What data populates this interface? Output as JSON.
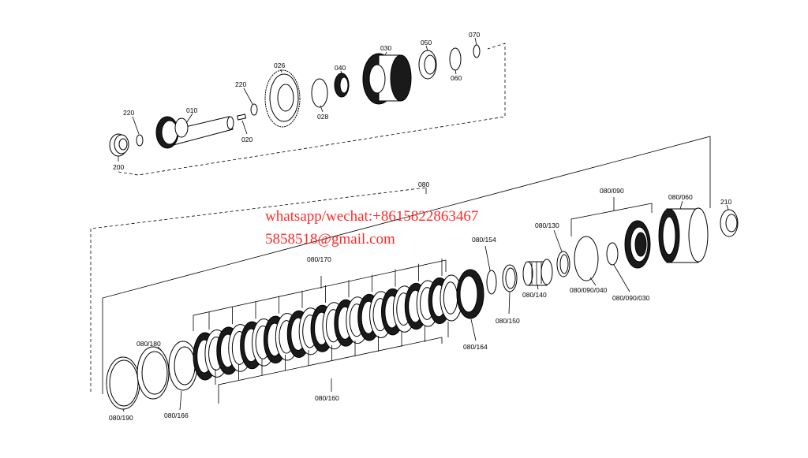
{
  "diagram": {
    "labels": {
      "p010": "010",
      "p020": "020",
      "p026": "026",
      "p028": "028",
      "p030": "030",
      "p040": "040",
      "p050": "050",
      "p060": "060",
      "p070": "070",
      "p200": "200",
      "p210": "210",
      "p220a": "220",
      "p220b": "220",
      "p080": "080",
      "p080_060": "080/060",
      "p080_090": "080/090",
      "p080_090_040": "080/090/040",
      "p080_090_030": "080/090/030",
      "p080_130": "080/130",
      "p080_140": "080/140",
      "p080_150": "080/150",
      "p080_154": "080/154",
      "p080_160": "080/160",
      "p080_164": "080/164",
      "p080_166": "080/166",
      "p080_170": "080/170",
      "p080_180": "080/180",
      "p080_190": "080/190"
    },
    "watermark": {
      "line1": "whatsapp/wechat:+8615822863467",
      "line2": "5858518@gmail.com",
      "color": "#ff2a2a"
    }
  }
}
